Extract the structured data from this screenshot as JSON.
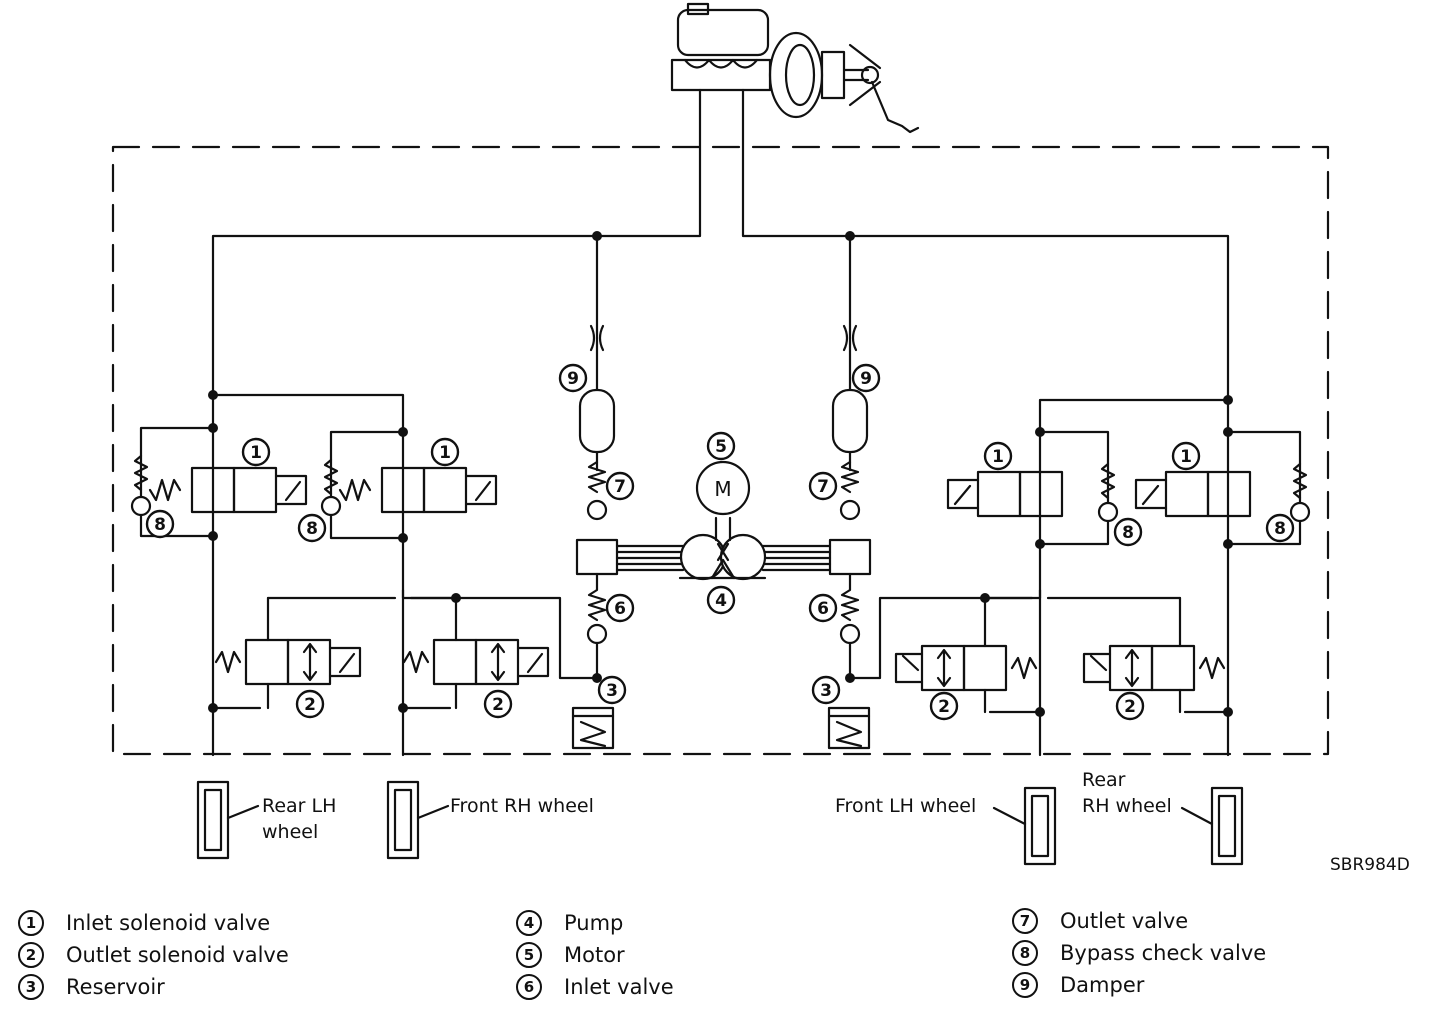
{
  "diagram": {
    "code": "SBR984D",
    "wheels": {
      "rear_lh": [
        "Rear LH",
        "wheel"
      ],
      "front_rh": "Front RH wheel",
      "front_lh": "Front LH wheel",
      "rear_rh": [
        "Rear",
        "RH  wheel"
      ]
    },
    "motor_symbol": "M",
    "markers": [
      "1",
      "2",
      "3",
      "4",
      "5",
      "6",
      "7",
      "8",
      "9"
    ]
  },
  "legend": [
    {
      "num": "1",
      "label": "Inlet solenoid valve"
    },
    {
      "num": "2",
      "label": "Outlet solenoid valve"
    },
    {
      "num": "3",
      "label": "Reservoir"
    },
    {
      "num": "4",
      "label": "Pump"
    },
    {
      "num": "5",
      "label": "Motor"
    },
    {
      "num": "6",
      "label": "Inlet valve"
    },
    {
      "num": "7",
      "label": "Outlet valve"
    },
    {
      "num": "8",
      "label": "Bypass check valve"
    },
    {
      "num": "9",
      "label": "Damper"
    }
  ]
}
